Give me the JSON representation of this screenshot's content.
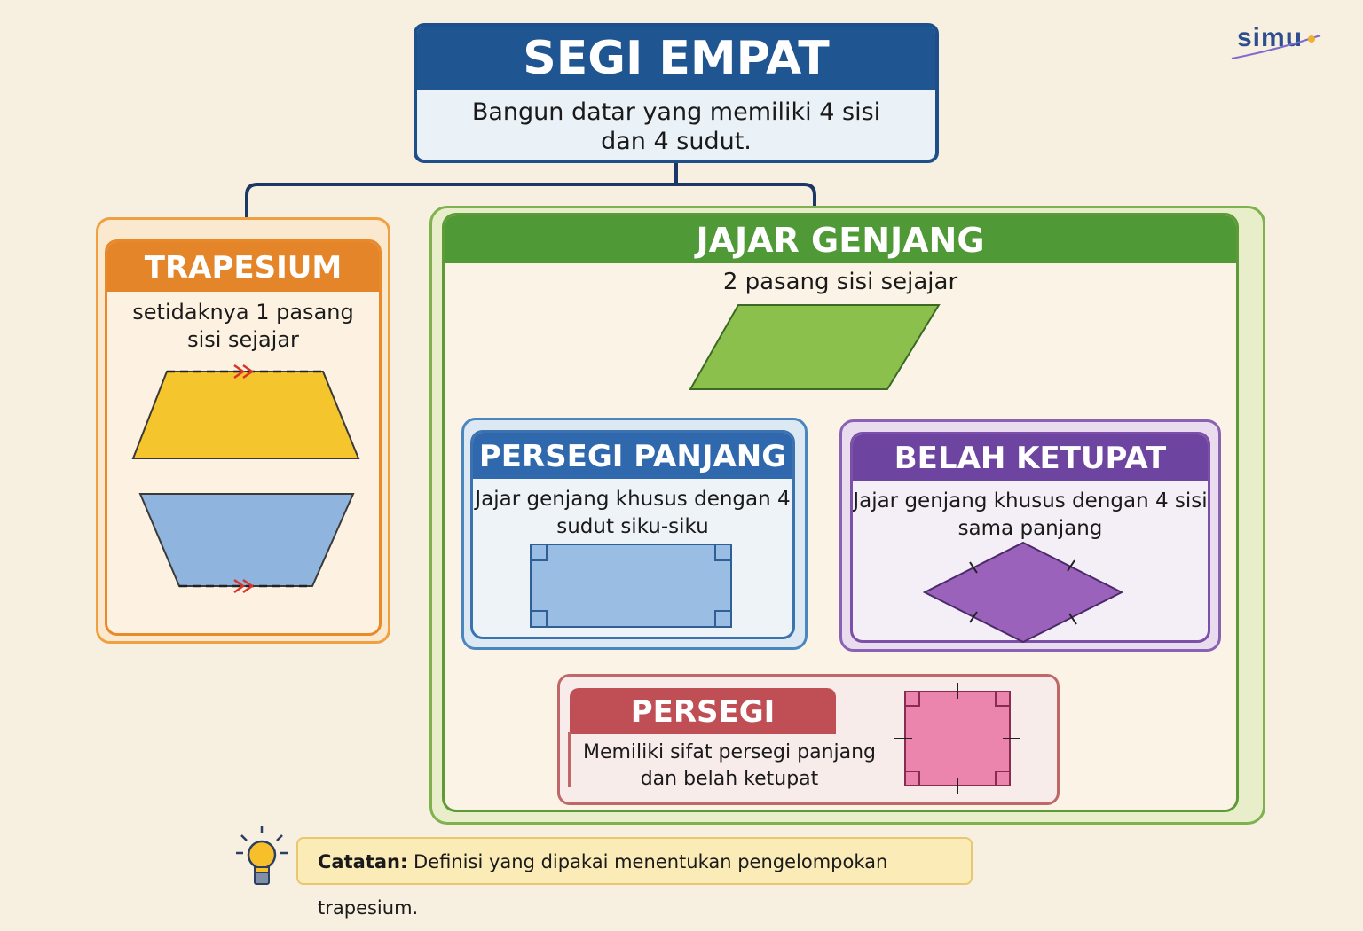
{
  "logo": {
    "text": "simu"
  },
  "root": {
    "title": "SEGI EMPAT",
    "description": "Bangun datar yang memiliki 4 sisi dan 4 sudut."
  },
  "trapesium": {
    "title": "TRAPESIUM",
    "description": "setidaknya 1 pasang sisi sejajar",
    "shape_colors": [
      "#f5c52e",
      "#8fb5de"
    ]
  },
  "jajar_genjang": {
    "title": "JAJAR GENJANG",
    "description": "2 pasang sisi sejajar",
    "shape_color": "#8cc04c"
  },
  "persegi_panjang": {
    "title": "PERSEGI PANJANG",
    "description": "Jajar genjang khusus dengan 4 sudut siku-siku",
    "shape_color": "#99bde3"
  },
  "belah_ketupat": {
    "title": "BELAH KETUPAT",
    "description": "Jajar genjang khusus dengan 4 sisi sama panjang",
    "shape_color": "#9b62bb"
  },
  "persegi": {
    "title": "PERSEGI",
    "description": "Memiliki sifat persegi panjang dan belah ketupat",
    "shape_color": "#ec85ad"
  },
  "note": {
    "label": "Catatan:",
    "text": "Definisi yang dipakai menentukan pengelompokan trapesium."
  }
}
